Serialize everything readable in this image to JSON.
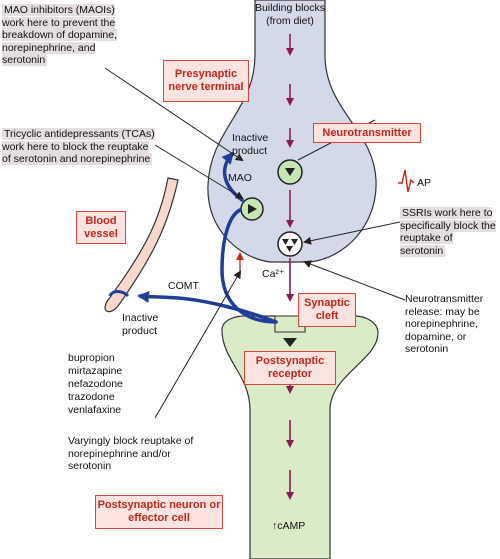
{
  "header": {
    "building_blocks_line1": "Building blocks",
    "building_blocks_line2": "(from diet)"
  },
  "annotations": {
    "mao_inhibitors": "MAO inhibitors (MAOIs) work here to prevent the breakdown of dopamine, norepinephrine, and serotonin",
    "mao_inhibitors_highlight": "MAO inhibitors",
    "tcas": "Tricyclic antidepressants (TCAs) work here to block the reuptake of serotonin and norepinephrine",
    "tcas_highlight": "Tricyclic antidepressants",
    "ssris": "SSRIs work here to specifically block the reuptake of serotonin",
    "ssris_highlight": "SSRIs work",
    "release": "Neurotransmitter release: may be norepinephrine, dopamine, or serotonin",
    "drug_list": [
      "bupropion",
      "mirtazapine",
      "nefazodone",
      "trazodone",
      "venlafaxine"
    ],
    "varying": "Varyingly block reuptake of norepinephrine and/or serotonin"
  },
  "boxes": {
    "presynaptic": "Presynaptic nerve terminal",
    "neurotransmitter": "Neurotransmitter",
    "blood_vessel": "Blood vessel",
    "synaptic_cleft": "Synaptic cleft",
    "postsynaptic_receptor": "Postsynaptic receptor",
    "postsynaptic_neuron": "Postsynaptic neuron or effector cell"
  },
  "labels": {
    "inactive_product_top": "Inactive product",
    "mao": "MAO",
    "ap": "AP",
    "ca": "Ca²⁺",
    "comt": "COMT",
    "inactive_product_bottom": "Inactive product",
    "camp": "↑cAMP"
  },
  "colors": {
    "neuron_fill": "#d4d9ea",
    "postsynaptic_fill": "#d9ebc7",
    "label_border": "#d4483a",
    "label_bg": "#fbe3e0",
    "arrow_blue": "#1f3d99",
    "pathway_arrow": "#8a1a56"
  }
}
